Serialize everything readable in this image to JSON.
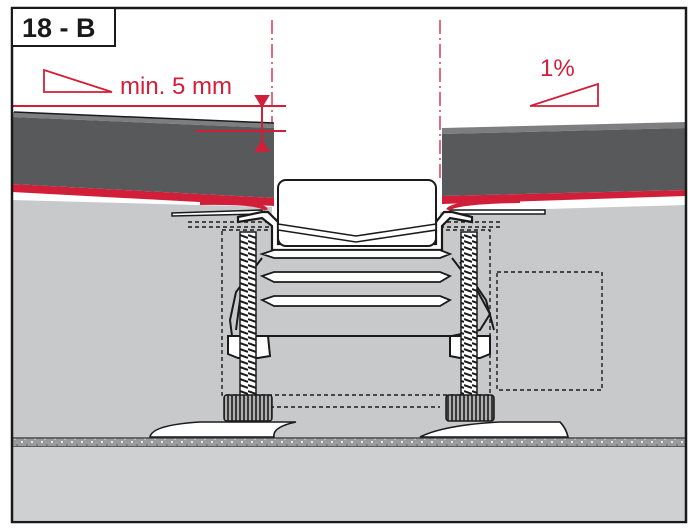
{
  "figure": {
    "id_label": "18 - B",
    "min_gap_label": "min. 5 mm",
    "slope_label": "1%"
  },
  "colors": {
    "frame": "#1a1a1a",
    "accent_red": "#d11f3a",
    "panel_gray": "#58595b",
    "panel_top": "#7d7e80",
    "wall_gray": "#c8c9cb",
    "floor_gray": "#cfd0d2",
    "floor_band": "#8a8b8d",
    "white": "#ffffff"
  }
}
